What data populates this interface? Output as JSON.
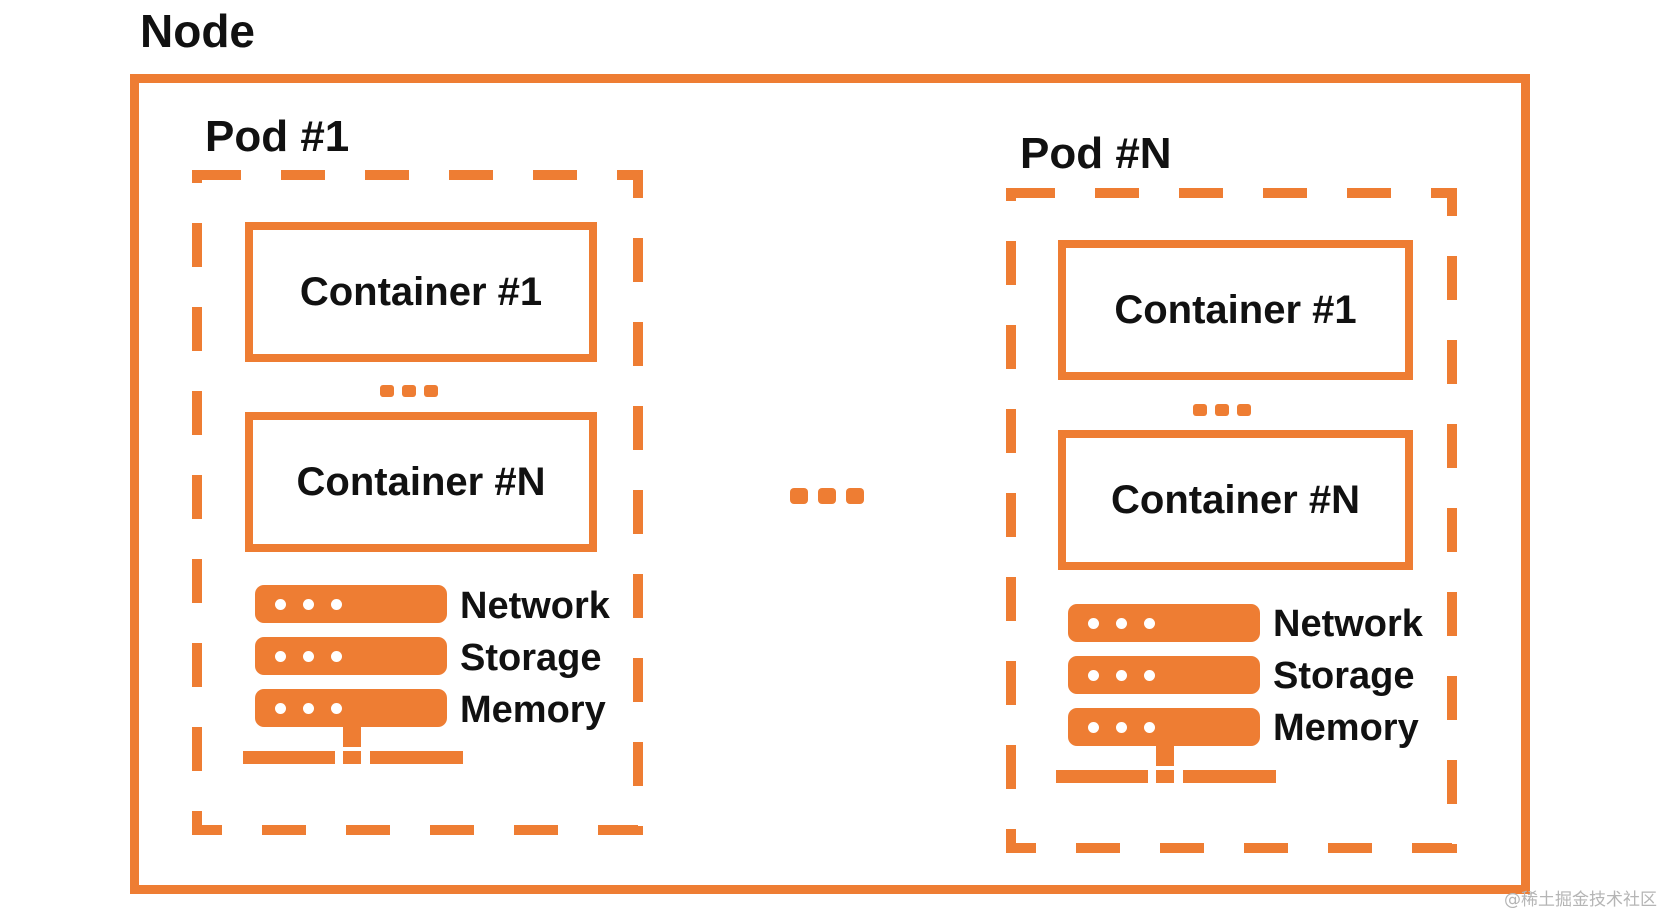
{
  "diagram": {
    "node_label": "Node",
    "between_pods_ellipsis": "...",
    "accent_color": "#ee7d33",
    "pods": [
      {
        "label": "Pod #1",
        "containers": [
          "Container #1",
          "Container #N"
        ],
        "resources": [
          "Network",
          "Storage",
          "Memory"
        ]
      },
      {
        "label": "Pod #N",
        "containers": [
          "Container #1",
          "Container #N"
        ],
        "resources": [
          "Network",
          "Storage",
          "Memory"
        ]
      }
    ]
  },
  "watermark": "@稀土掘金技术社区"
}
